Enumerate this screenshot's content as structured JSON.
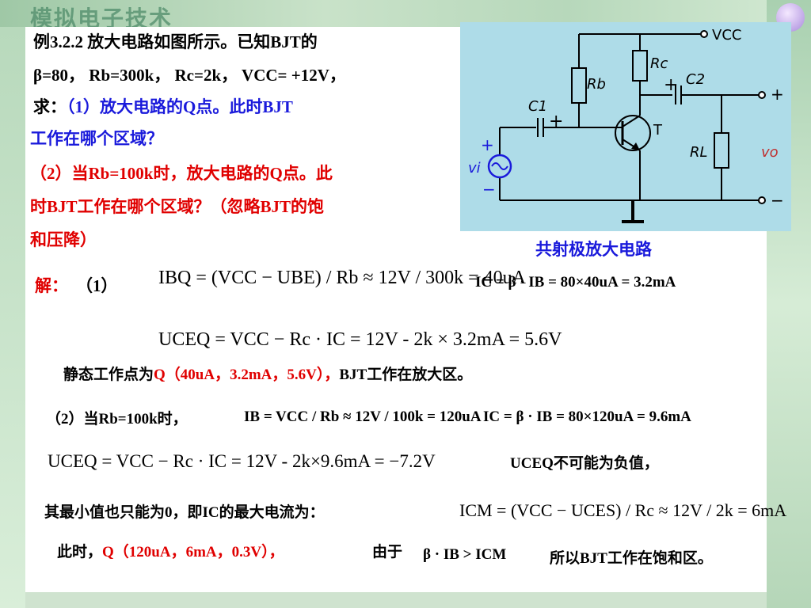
{
  "deco_title": "模拟电子技术",
  "problem": {
    "line1": "例3.2.2 放大电路如图所示。已知BJT的",
    "line2": "β=80， Rb=300k， Rc=2k， VCC= +12V，",
    "line3_prefix": "求：",
    "line3_q": "（1）放大电路的Q点。此时BJT",
    "line4": "工作在哪个区域？",
    "line5": "（2）当Rb=100k时，放大电路的Q点。此",
    "line6": "时BJT工作在哪个区域？（忽略BJT的饱",
    "line7": "和压降）"
  },
  "circuit": {
    "caption": "共射极放大电路",
    "labels": {
      "vcc": "VCC",
      "rc": "Rc",
      "rb": "Rb",
      "c1": "C1",
      "c2": "C2",
      "t": "T",
      "rl": "RL",
      "vi": "vi",
      "vo": "vo",
      "plus": "+",
      "minus": "−"
    },
    "colors": {
      "background": "#aedce8",
      "wire": "#000000",
      "vo_label": "#c03030"
    }
  },
  "solution": {
    "label": "解：",
    "part1": "（1）",
    "ibq_formula": "IBQ = (VCC − UBE) / Rb ≈ 12V / 300k = 40uA",
    "ic_formula": "IC = β · IB = 80×40uA = 3.2mA",
    "uceq_formula": "UCEQ = VCC − Rc · IC = 12V - 2k × 3.2mA = 5.6V",
    "static_point_prefix": "静态工作点为",
    "static_point_q": "Q（40uA，3.2mA，5.6V），",
    "static_point_suffix": "BJT工作在放大区。",
    "part2": "（2）当Rb=100k时，",
    "ib2_formula": "IB = VCC / Rb ≈ 12V / 100k = 120uA",
    "ic2_formula": "IC = β · IB = 80×120uA = 9.6mA",
    "uceq2_formula": "UCEQ = VCC − Rc · IC = 12V - 2k×9.6mA = −7.2V",
    "uceq_note": "UCEQ不可能为负值，",
    "min_text": "其最小值也只能为0，即IC的最大电流为：",
    "icm_formula": "ICM = (VCC − UCES) / Rc ≈ 12V / 2k = 6mA",
    "then_prefix": "此时，",
    "then_q": "Q（120uA，6mA，0.3V），",
    "because": "由于",
    "condition": "β · IB > ICM",
    "conclusion": "所以BJT工作在饱和区。"
  },
  "colors": {
    "blue_text": "#1a1adb",
    "red_text": "#e00000",
    "panel": "#ffffff",
    "frame": "#cfe3cf"
  }
}
